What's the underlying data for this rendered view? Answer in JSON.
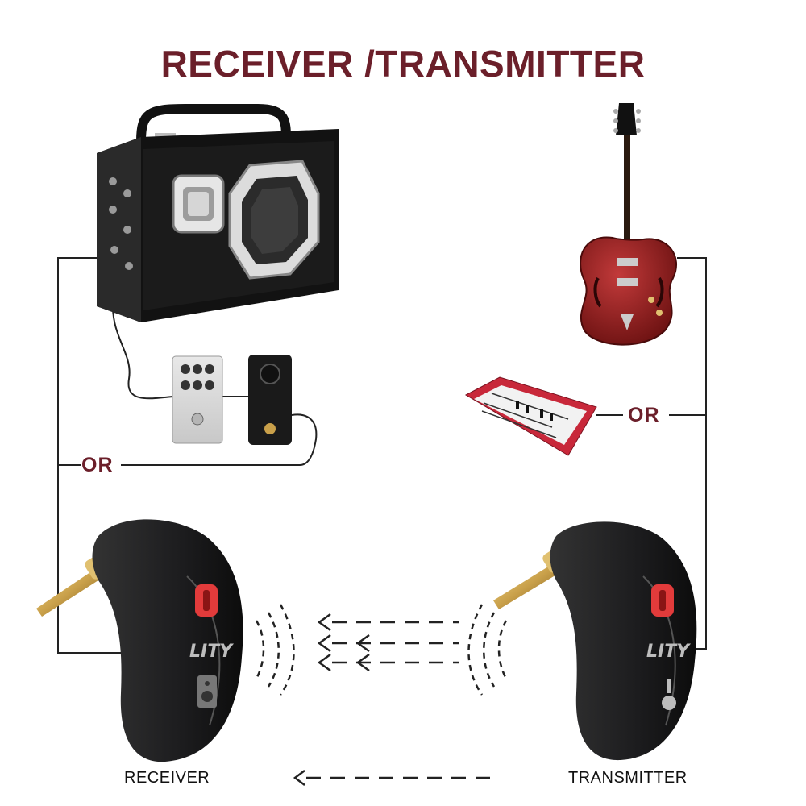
{
  "title": "RECEIVER /TRANSMITTER",
  "or_left": "OR",
  "or_right": "OR",
  "receiver_caption": "RECEIVER",
  "transmitter_caption": "TRANSMITTER",
  "device_brand": "LITY",
  "colors": {
    "title": "#6b1f2a",
    "or_label": "#6b1f2a",
    "device_body": "#1c1c1e",
    "device_button": "#e23b3b",
    "jack_gold": "#c9a04a",
    "guitar_body": "#8e1b1b",
    "keyboard_red": "#c8283a"
  },
  "icons": {
    "receiver_mode": "speaker-icon",
    "transmitter_mode": "guitar-icon"
  }
}
